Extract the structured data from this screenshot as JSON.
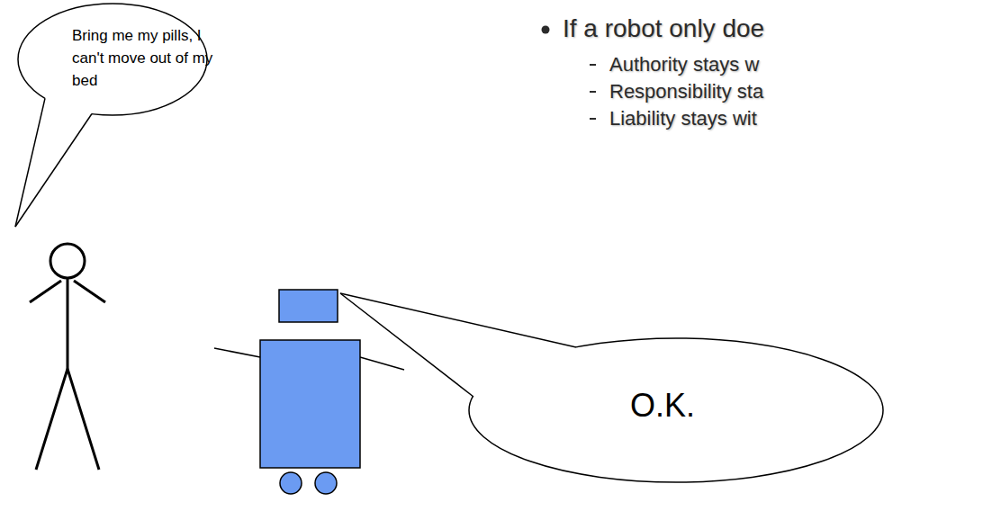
{
  "diagram": {
    "nodes": [
      {
        "text": [
          "Bring me my pills, I can't move out of my bed"
        ]
      },
      {
        "text": [
          "O.K."
        ]
      }
    ],
    "labels": [
      "If a robot only doe",
      "Authority stays w",
      "Responsibility sta",
      "Liability stays wit"
    ]
  }
}
